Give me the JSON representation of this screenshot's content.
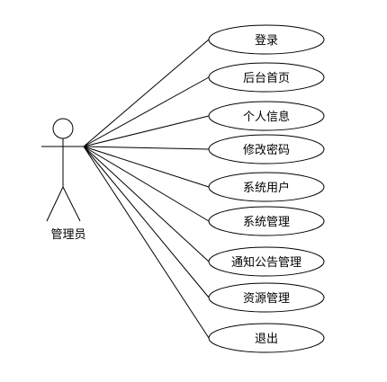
{
  "actor": {
    "label": "管理员"
  },
  "use_cases": [
    {
      "label": "登录"
    },
    {
      "label": "后台首页"
    },
    {
      "label": "个人信息"
    },
    {
      "label": "修改密码"
    },
    {
      "label": "系统用户"
    },
    {
      "label": "系统管理"
    },
    {
      "label": "通知公告管理"
    },
    {
      "label": "资源管理"
    },
    {
      "label": "退出"
    }
  ]
}
